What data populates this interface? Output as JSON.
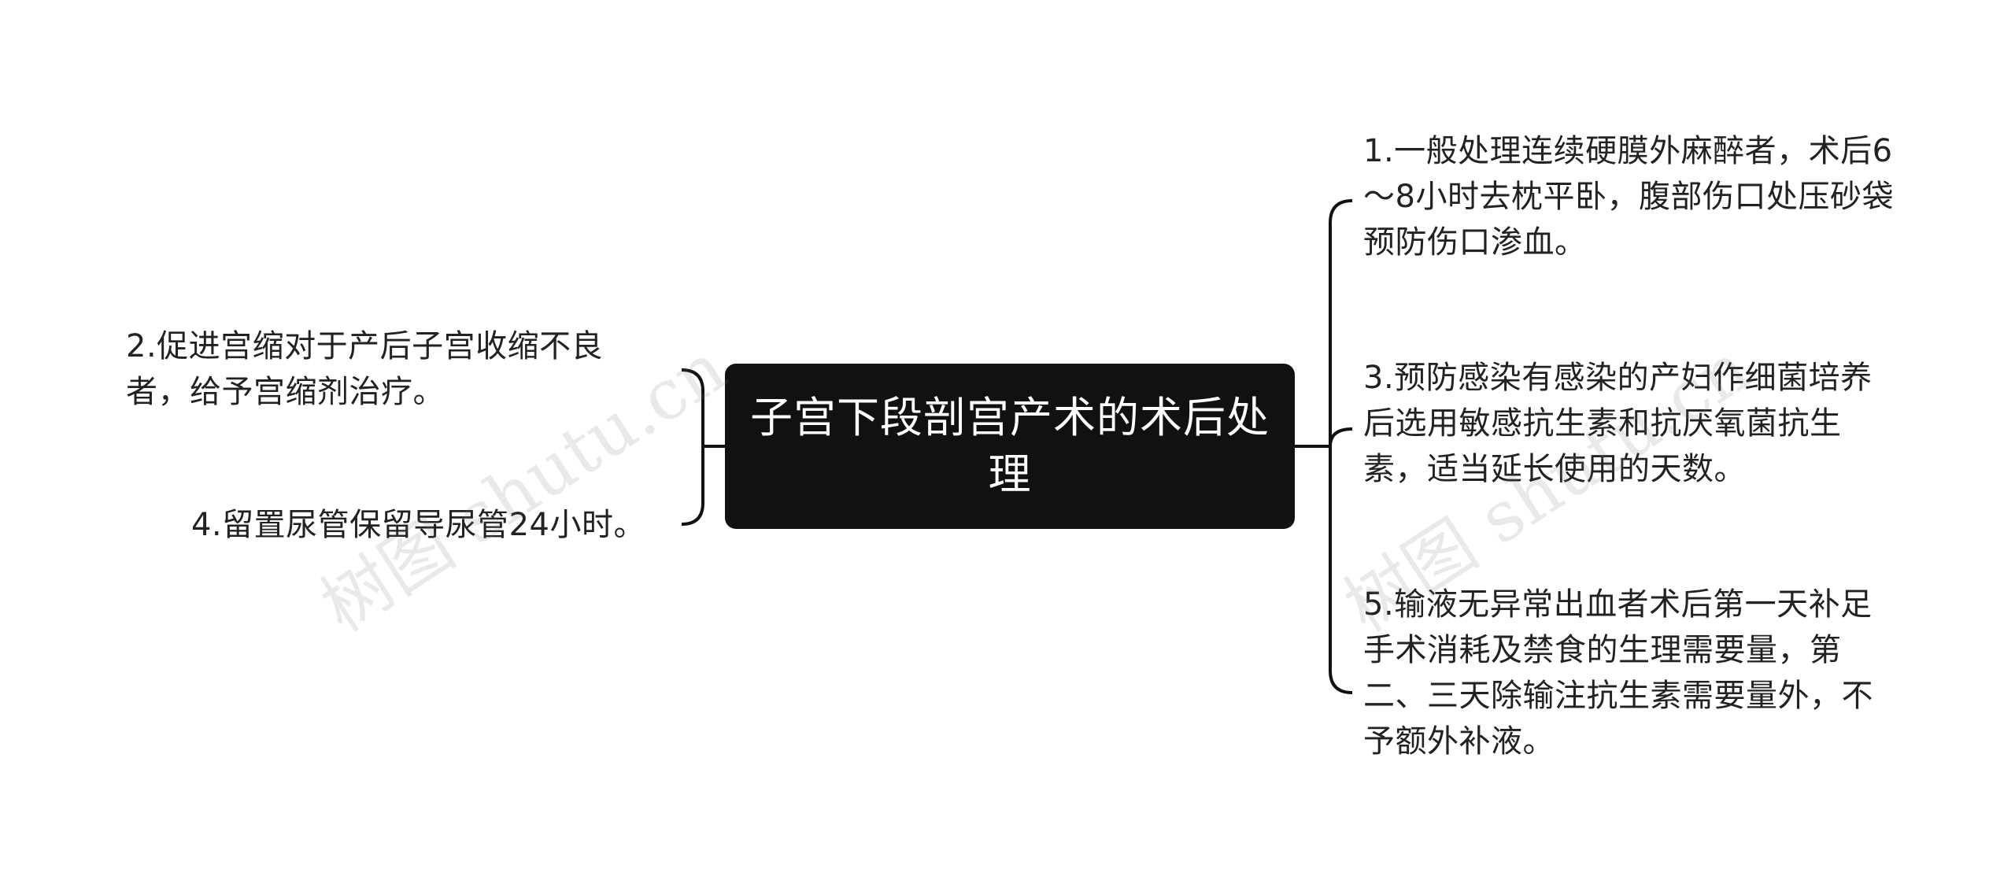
{
  "central": {
    "title": "子宫下段剖宫产术的术后处理"
  },
  "branches_left": [
    {
      "text": "2.促进宫缩对于产后子宫收缩不良者，给予宫缩剂治疗。"
    },
    {
      "text": "4.留置尿管保留导尿管24小时。"
    }
  ],
  "branches_right": [
    {
      "text": "1.一般处理连续硬膜外麻醉者，术后6～8小时去枕平卧，腹部伤口处压砂袋预防伤口渗血。"
    },
    {
      "text": "3.预防感染有感染的产妇作细菌培养后选用敏感抗生素和抗厌氧菌抗生素，适当延长使用的天数。"
    },
    {
      "text": "5.输液无异常出血者术后第一天补足手术消耗及禁食的生理需要量，第二、三天除输注抗生素需要量外，不予额外补液。"
    }
  ],
  "watermark": {
    "text": "树图 shutu.cn"
  },
  "colors": {
    "central_bg": "#111111",
    "central_text": "#ffffff",
    "branch_text": "#222222",
    "connector": "#111111"
  }
}
